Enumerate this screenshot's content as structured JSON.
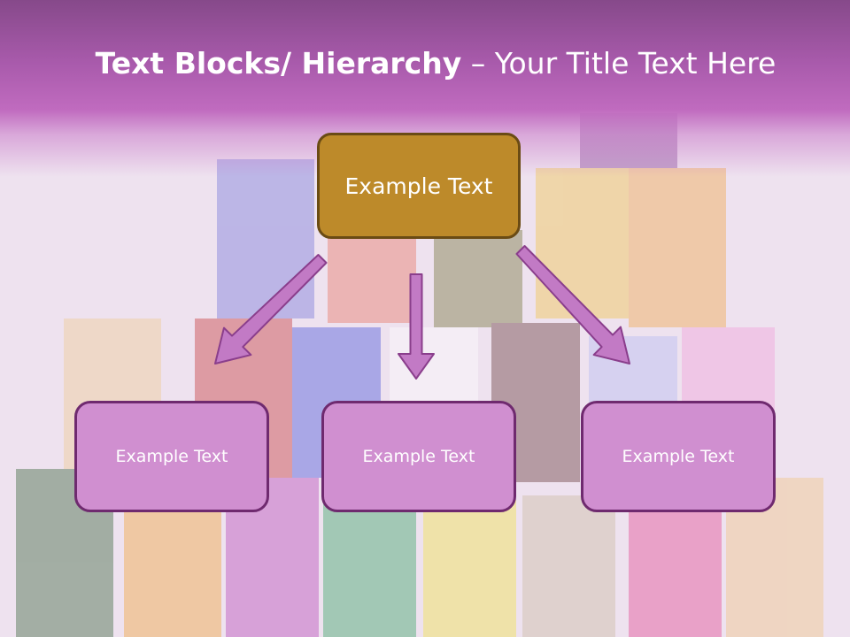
{
  "slide": {
    "title_bold": "Text Blocks/ Hierarchy",
    "title_rest": " – Your Title Text Here",
    "top_block": {
      "label": "Example Text"
    },
    "child_blocks": [
      {
        "label": "Example Text"
      },
      {
        "label": "Example Text"
      },
      {
        "label": "Example Text"
      }
    ]
  },
  "colors": {
    "header": "#a85aab",
    "top_block_fill": "#bd8a2a",
    "child_block_fill": "#d08fd0",
    "arrow": "#c27ac5"
  }
}
